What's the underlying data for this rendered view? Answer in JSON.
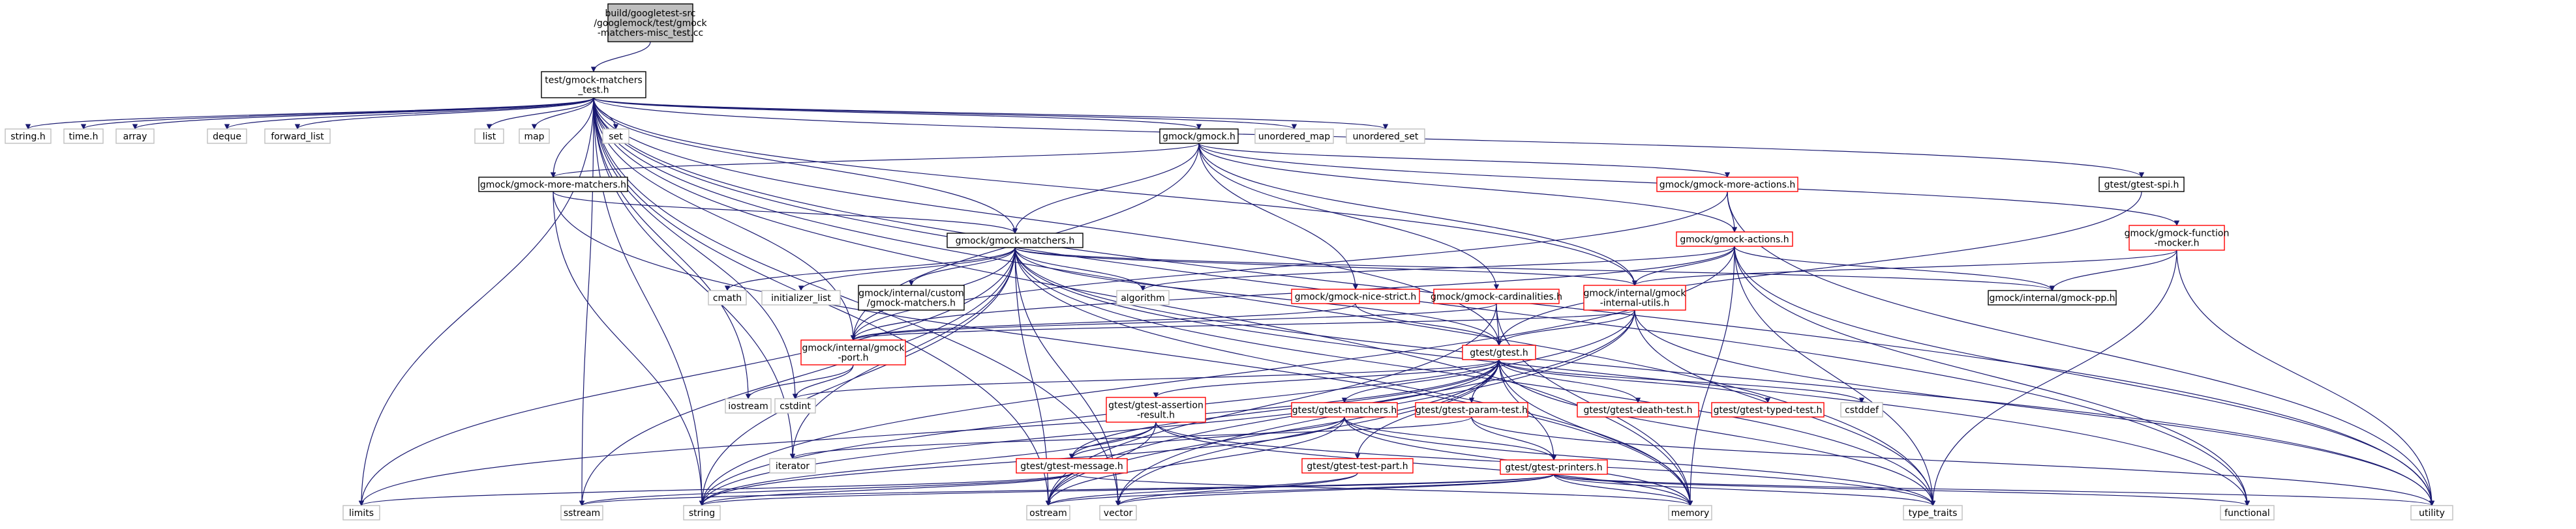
{
  "colors": {
    "edge": "#191970",
    "root_fill": "#bfbfbf",
    "root_border": "#000000",
    "node_border": "#000000",
    "missing_border": "#bfbfbf",
    "red_border": "#ff0000"
  },
  "nodes": [
    {
      "id": "root",
      "lines": [
        "build/googletest-src",
        "/googlemock/test/gmock",
        "-matchers-misc_test.cc"
      ],
      "style": "root",
      "interactable": false
    },
    {
      "id": "mt",
      "lines": [
        "test/gmock-matchers",
        "_test.h"
      ],
      "style": "black",
      "interactable": true
    },
    {
      "id": "string_h",
      "lines": [
        "string.h"
      ],
      "style": "gray",
      "interactable": false
    },
    {
      "id": "time_h",
      "lines": [
        "time.h"
      ],
      "style": "gray",
      "interactable": false
    },
    {
      "id": "array",
      "lines": [
        "array"
      ],
      "style": "gray",
      "interactable": false
    },
    {
      "id": "deque",
      "lines": [
        "deque"
      ],
      "style": "gray",
      "interactable": false
    },
    {
      "id": "forward_list",
      "lines": [
        "forward_list"
      ],
      "style": "gray",
      "interactable": false
    },
    {
      "id": "list",
      "lines": [
        "list"
      ],
      "style": "gray",
      "interactable": false
    },
    {
      "id": "map",
      "lines": [
        "map"
      ],
      "style": "gray",
      "interactable": false
    },
    {
      "id": "set",
      "lines": [
        "set"
      ],
      "style": "gray",
      "interactable": false
    },
    {
      "id": "gmock_h",
      "lines": [
        "gmock/gmock.h"
      ],
      "style": "black",
      "interactable": true
    },
    {
      "id": "umap",
      "lines": [
        "unordered_map"
      ],
      "style": "gray",
      "interactable": false
    },
    {
      "id": "uset",
      "lines": [
        "unordered_set"
      ],
      "style": "gray",
      "interactable": false
    },
    {
      "id": "gspi",
      "lines": [
        "gtest/gtest-spi.h"
      ],
      "style": "black",
      "interactable": true
    },
    {
      "id": "gmm",
      "lines": [
        "gmock/gmock-more-matchers.h"
      ],
      "style": "black",
      "interactable": true
    },
    {
      "id": "gma",
      "lines": [
        "gmock/gmock-more-actions.h"
      ],
      "style": "red",
      "interactable": true
    },
    {
      "id": "gfm",
      "lines": [
        "gmock/gmock-function",
        "-mocker.h"
      ],
      "style": "red",
      "interactable": true
    },
    {
      "id": "gmatch",
      "lines": [
        "gmock/gmock-matchers.h"
      ],
      "style": "black",
      "interactable": true
    },
    {
      "id": "gact",
      "lines": [
        "gmock/gmock-actions.h"
      ],
      "style": "red",
      "interactable": true
    },
    {
      "id": "cmath",
      "lines": [
        "cmath"
      ],
      "style": "gray",
      "interactable": false
    },
    {
      "id": "init_list",
      "lines": [
        "initializer_list"
      ],
      "style": "gray",
      "interactable": false
    },
    {
      "id": "custom",
      "lines": [
        "gmock/internal/custom",
        "/gmock-matchers.h"
      ],
      "style": "black",
      "interactable": true
    },
    {
      "id": "algorithm",
      "lines": [
        "algorithm"
      ],
      "style": "gray",
      "interactable": false
    },
    {
      "id": "nice",
      "lines": [
        "gmock/gmock-nice-strict.h"
      ],
      "style": "red",
      "interactable": true
    },
    {
      "id": "card",
      "lines": [
        "gmock/gmock-cardinalities.h"
      ],
      "style": "red",
      "interactable": true
    },
    {
      "id": "iutils",
      "lines": [
        "gmock/internal/gmock",
        "-internal-utils.h"
      ],
      "style": "red",
      "interactable": true
    },
    {
      "id": "pp",
      "lines": [
        "gmock/internal/gmock-pp.h"
      ],
      "style": "black",
      "interactable": true
    },
    {
      "id": "gport",
      "lines": [
        "gmock/internal/gmock",
        "-port.h"
      ],
      "style": "red",
      "interactable": true
    },
    {
      "id": "gtest_h",
      "lines": [
        "gtest/gtest.h"
      ],
      "style": "red",
      "interactable": true
    },
    {
      "id": "iostream",
      "lines": [
        "iostream"
      ],
      "style": "gray",
      "interactable": false
    },
    {
      "id": "cstdint",
      "lines": [
        "cstdint"
      ],
      "style": "gray",
      "interactable": false
    },
    {
      "id": "gar",
      "lines": [
        "gtest/gtest-assertion",
        "-result.h"
      ],
      "style": "red",
      "interactable": true
    },
    {
      "id": "gtm",
      "lines": [
        "gtest/gtest-matchers.h"
      ],
      "style": "red",
      "interactable": true
    },
    {
      "id": "gpt",
      "lines": [
        "gtest/gtest-param-test.h"
      ],
      "style": "red",
      "interactable": true
    },
    {
      "id": "gdt",
      "lines": [
        "gtest/gtest-death-test.h"
      ],
      "style": "red",
      "interactable": true
    },
    {
      "id": "gtt",
      "lines": [
        "gtest/gtest-typed-test.h"
      ],
      "style": "red",
      "interactable": true
    },
    {
      "id": "cstddef",
      "lines": [
        "cstddef"
      ],
      "style": "gray",
      "interactable": false
    },
    {
      "id": "iterator",
      "lines": [
        "iterator"
      ],
      "style": "gray",
      "interactable": false
    },
    {
      "id": "gmsg",
      "lines": [
        "gtest/gtest-message.h"
      ],
      "style": "red",
      "interactable": true
    },
    {
      "id": "gtp",
      "lines": [
        "gtest/gtest-test-part.h"
      ],
      "style": "red",
      "interactable": true
    },
    {
      "id": "gpr",
      "lines": [
        "gtest/gtest-printers.h"
      ],
      "style": "red",
      "interactable": true
    },
    {
      "id": "limits",
      "lines": [
        "limits"
      ],
      "style": "gray",
      "interactable": false
    },
    {
      "id": "sstream",
      "lines": [
        "sstream"
      ],
      "style": "gray",
      "interactable": false
    },
    {
      "id": "string",
      "lines": [
        "string"
      ],
      "style": "gray",
      "interactable": false
    },
    {
      "id": "ostream",
      "lines": [
        "ostream"
      ],
      "style": "gray",
      "interactable": false
    },
    {
      "id": "vector",
      "lines": [
        "vector"
      ],
      "style": "gray",
      "interactable": false
    },
    {
      "id": "memory",
      "lines": [
        "memory"
      ],
      "style": "gray",
      "interactable": false
    },
    {
      "id": "type_traits",
      "lines": [
        "type_traits"
      ],
      "style": "gray",
      "interactable": false
    },
    {
      "id": "functional",
      "lines": [
        "functional"
      ],
      "style": "gray",
      "interactable": false
    },
    {
      "id": "utility",
      "lines": [
        "utility"
      ],
      "style": "gray",
      "interactable": false
    }
  ],
  "edges": [
    [
      "root",
      "mt"
    ],
    [
      "mt",
      "string_h"
    ],
    [
      "mt",
      "time_h"
    ],
    [
      "mt",
      "array"
    ],
    [
      "mt",
      "deque"
    ],
    [
      "mt",
      "forward_list"
    ],
    [
      "mt",
      "list"
    ],
    [
      "mt",
      "map"
    ],
    [
      "mt",
      "set"
    ],
    [
      "mt",
      "gmock_h"
    ],
    [
      "mt",
      "umap"
    ],
    [
      "mt",
      "uset"
    ],
    [
      "mt",
      "gspi"
    ],
    [
      "mt",
      "gmm"
    ],
    [
      "mt",
      "gmatch"
    ],
    [
      "mt",
      "gtest_h"
    ],
    [
      "mt",
      "gport"
    ],
    [
      "mt",
      "iostream"
    ],
    [
      "mt",
      "cstdint"
    ],
    [
      "mt",
      "iterator"
    ],
    [
      "mt",
      "limits"
    ],
    [
      "mt",
      "sstream"
    ],
    [
      "mt",
      "string"
    ],
    [
      "mt",
      "ostream"
    ],
    [
      "mt",
      "vector"
    ],
    [
      "mt",
      "memory"
    ],
    [
      "mt",
      "type_traits"
    ],
    [
      "mt",
      "functional"
    ],
    [
      "mt",
      "utility"
    ],
    [
      "mt",
      "iutils"
    ],
    [
      "gmock_h",
      "gmm"
    ],
    [
      "gmock_h",
      "gma"
    ],
    [
      "gmock_h",
      "gfm"
    ],
    [
      "gmock_h",
      "gmatch"
    ],
    [
      "gmock_h",
      "gact"
    ],
    [
      "gmock_h",
      "nice"
    ],
    [
      "gmock_h",
      "card"
    ],
    [
      "gmock_h",
      "iutils"
    ],
    [
      "gmock_h",
      "gport"
    ],
    [
      "gmm",
      "gmatch"
    ],
    [
      "gmm",
      "string"
    ],
    [
      "gmm",
      "memory"
    ],
    [
      "gma",
      "gact"
    ],
    [
      "gma",
      "gport"
    ],
    [
      "gma",
      "utility"
    ],
    [
      "gfm",
      "pp"
    ],
    [
      "gfm",
      "type_traits"
    ],
    [
      "gfm",
      "utility"
    ],
    [
      "gfm",
      "iutils"
    ],
    [
      "gmatch",
      "cmath"
    ],
    [
      "gmatch",
      "init_list"
    ],
    [
      "gmatch",
      "custom"
    ],
    [
      "gmatch",
      "algorithm"
    ],
    [
      "gmatch",
      "iutils"
    ],
    [
      "gmatch",
      "pp"
    ],
    [
      "gmatch",
      "gport"
    ],
    [
      "gmatch",
      "gtest_h"
    ],
    [
      "gmatch",
      "limits"
    ],
    [
      "gmatch",
      "sstream"
    ],
    [
      "gmatch",
      "string"
    ],
    [
      "gmatch",
      "ostream"
    ],
    [
      "gmatch",
      "vector"
    ],
    [
      "gmatch",
      "memory"
    ],
    [
      "gmatch",
      "type_traits"
    ],
    [
      "gmatch",
      "utility"
    ],
    [
      "gmatch",
      "iterator"
    ],
    [
      "gmatch",
      "functional"
    ],
    [
      "gact",
      "algorithm"
    ],
    [
      "gact",
      "iutils"
    ],
    [
      "gact",
      "pp"
    ],
    [
      "gact",
      "gport"
    ],
    [
      "gact",
      "functional"
    ],
    [
      "gact",
      "memory"
    ],
    [
      "gact",
      "type_traits"
    ],
    [
      "gact",
      "utility"
    ],
    [
      "gact",
      "string"
    ],
    [
      "nice",
      "gport"
    ],
    [
      "nice",
      "gtest_h"
    ],
    [
      "card",
      "gport"
    ],
    [
      "card",
      "gtest_h"
    ],
    [
      "card",
      "memory"
    ],
    [
      "card",
      "ostream"
    ],
    [
      "iutils",
      "gport"
    ],
    [
      "iutils",
      "gtest_h"
    ],
    [
      "iutils",
      "ostream"
    ],
    [
      "iutils",
      "string"
    ],
    [
      "iutils",
      "type_traits"
    ],
    [
      "iutils",
      "utility"
    ],
    [
      "iutils",
      "vector"
    ],
    [
      "gport",
      "iostream"
    ],
    [
      "gport",
      "cstdint"
    ],
    [
      "gspi",
      "gtest_h"
    ],
    [
      "gtest_h",
      "gar"
    ],
    [
      "gtest_h",
      "gtm"
    ],
    [
      "gtest_h",
      "gpt"
    ],
    [
      "gtest_h",
      "gdt"
    ],
    [
      "gtest_h",
      "gtt"
    ],
    [
      "gtest_h",
      "cstddef"
    ],
    [
      "gtest_h",
      "gmsg"
    ],
    [
      "gtest_h",
      "gtp"
    ],
    [
      "gtest_h",
      "gpr"
    ],
    [
      "gtest_h",
      "cstdint"
    ],
    [
      "gtest_h",
      "limits"
    ],
    [
      "gtest_h",
      "memory"
    ],
    [
      "gtest_h",
      "ostream"
    ],
    [
      "gtest_h",
      "type_traits"
    ],
    [
      "gtest_h",
      "vector"
    ],
    [
      "gtest_h",
      "string"
    ],
    [
      "gar",
      "gmsg"
    ],
    [
      "gar",
      "memory"
    ],
    [
      "gar",
      "ostream"
    ],
    [
      "gar",
      "string"
    ],
    [
      "gar",
      "type_traits"
    ],
    [
      "gtm",
      "gmsg"
    ],
    [
      "gtm",
      "gpr"
    ],
    [
      "gtm",
      "memory"
    ],
    [
      "gtm",
      "ostream"
    ],
    [
      "gtm",
      "string"
    ],
    [
      "gtm",
      "type_traits"
    ],
    [
      "gpt",
      "gpr"
    ],
    [
      "gpt",
      "iterator"
    ],
    [
      "gpt",
      "utility"
    ],
    [
      "gmsg",
      "limits"
    ],
    [
      "gmsg",
      "memory"
    ],
    [
      "gmsg",
      "sstream"
    ],
    [
      "gmsg",
      "string"
    ],
    [
      "gtp",
      "iosfwd_skip"
    ],
    [
      "gtp",
      "ostream"
    ],
    [
      "gtp",
      "vector"
    ],
    [
      "gpr",
      "functional"
    ],
    [
      "gpr",
      "memory"
    ],
    [
      "gpr",
      "ostream"
    ],
    [
      "gpr",
      "sstream"
    ],
    [
      "gpr",
      "string"
    ],
    [
      "gpr",
      "type_traits"
    ],
    [
      "gpr",
      "utility"
    ],
    [
      "gpr",
      "vector"
    ]
  ]
}
